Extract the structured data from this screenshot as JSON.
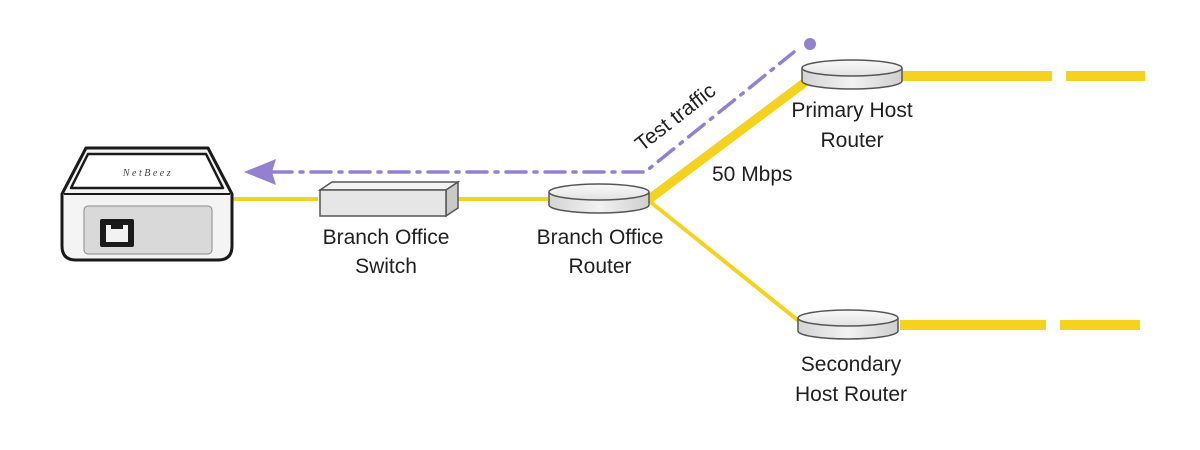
{
  "devices": {
    "agent": {
      "brand_text": "NetBeez"
    },
    "branch_switch": {
      "label_line1": "Branch Office",
      "label_line2": "Switch"
    },
    "branch_router": {
      "label_line1": "Branch Office",
      "label_line2": "Router"
    },
    "primary_router": {
      "label_line1": "Primary Host",
      "label_line2": "Router"
    },
    "secondary_router": {
      "label_line1": "Secondary",
      "label_line2": "Host Router"
    }
  },
  "links": {
    "primary_bandwidth": "50 Mbps"
  },
  "traffic": {
    "label": "Test traffic"
  },
  "colors": {
    "link_yellow": "#f5d21f",
    "traffic_purple": "#9480d0",
    "device_gray": "#e6e6e6",
    "device_outline": "#555555"
  }
}
